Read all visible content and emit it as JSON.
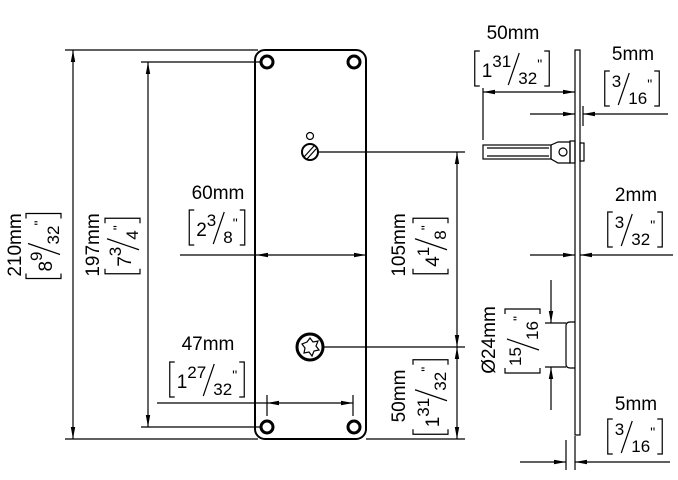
{
  "drawing": {
    "dimensions": {
      "overall_height": {
        "mm": "210mm",
        "whole": "8",
        "num": "9",
        "den": "32"
      },
      "hole_spacing_vertical": {
        "mm": "197mm",
        "whole": "7",
        "num": "3",
        "den": "4"
      },
      "plate_width": {
        "mm": "60mm",
        "whole": "2",
        "num": "3",
        "den": "8"
      },
      "hole_spacing_horizontal": {
        "mm": "47mm",
        "whole": "1",
        "num": "27",
        "den": "32"
      },
      "center_distance": {
        "mm": "105mm",
        "whole": "4",
        "num": "1",
        "den": "8"
      },
      "bottom_to_cylinder": {
        "mm": "50mm",
        "whole": "1",
        "num": "31",
        "den": "32"
      },
      "handle_projection": {
        "mm": "50mm",
        "whole": "1",
        "num": "31",
        "den": "32"
      },
      "rose_thickness_top": {
        "mm": "5mm",
        "whole": "",
        "num": "3",
        "den": "16"
      },
      "plate_thickness": {
        "mm": "2mm",
        "whole": "",
        "num": "3",
        "den": "32"
      },
      "cylinder_rose_diameter": {
        "mm": "Ø24mm",
        "whole": "",
        "num": "15",
        "den": "16"
      },
      "rose_thickness_bottom": {
        "mm": "5mm",
        "whole": "",
        "num": "3",
        "den": "16"
      }
    }
  }
}
